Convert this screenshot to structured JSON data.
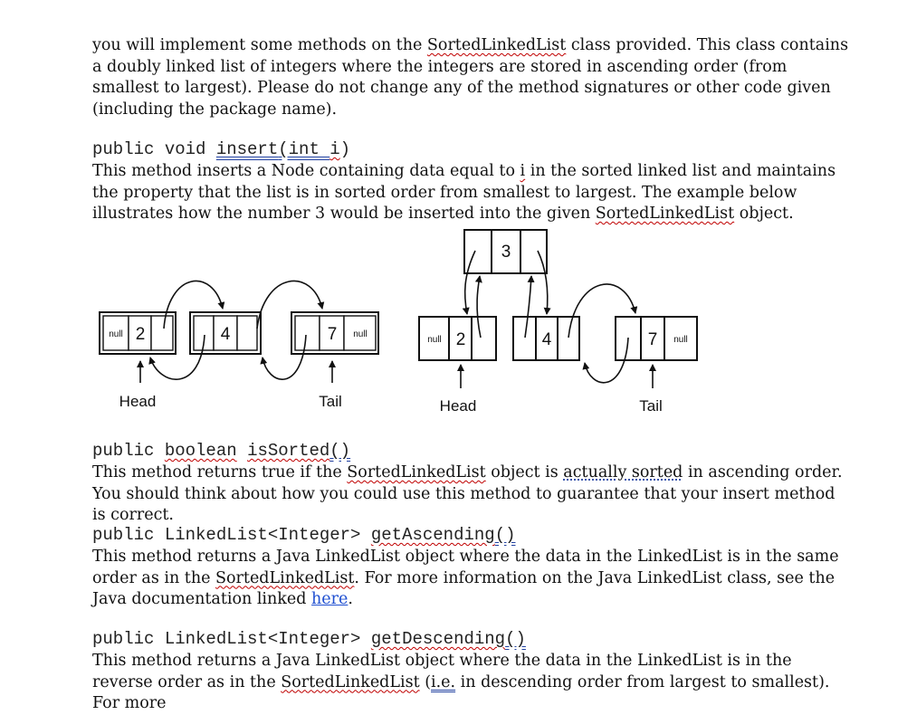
{
  "intro": {
    "p1": "you will implement some methods on the ",
    "class_name": "SortedLinkedList",
    "p2": " class provided. This class contains a doubly linked list of integers where the integers are stored in ascending order (from smallest to largest). Please do not change any of the method signatures or other code given (including the package name)."
  },
  "insert_method": {
    "sig_prefix": "public void ",
    "sig_name": "insert",
    "sig_open": "(int ",
    "sig_param": "i",
    "sig_close": ")",
    "desc1": "This method inserts a Node containing data equal to ",
    "desc_param": "i",
    "desc2": " in the sorted linked list and maintains the property that the list is in sorted order from smallest to largest. The example below illustrates how the number 3 would be inserted into the given ",
    "desc_class": "SortedLinkedList",
    "desc3": " object."
  },
  "diagram": {
    "null_text": "null",
    "before": {
      "values": [
        "2",
        "4",
        "7"
      ],
      "head_label": "Head",
      "tail_label": "Tail"
    },
    "after": {
      "inserted": "3",
      "values": [
        "2",
        "4",
        "7"
      ],
      "head_label": "Head",
      "tail_label": "Tail"
    }
  },
  "is_sorted_method": {
    "sig_prefix": "public ",
    "sig_type": "boolean",
    "sig_space": " ",
    "sig_name": "isSorted",
    "sig_parens": "()",
    "desc1": "This method returns true if the ",
    "desc_class": "SortedLinkedList",
    "desc2": " object is ",
    "desc_phrase": "actually sorted",
    "desc3": " in ascending order. You should think about how you could use this method to guarantee that your insert method is correct."
  },
  "get_ascending_method": {
    "sig_prefix": "public LinkedList<Integer> ",
    "sig_name": "getAscending",
    "sig_parens": "()",
    "desc1": "This method returns a Java LinkedList object where the data in the LinkedList is in the same order as in the ",
    "desc_class": "SortedLinkedList",
    "desc2": ". For more information on the Java LinkedList class, see the Java documentation linked ",
    "link_text": "here",
    "desc3": "."
  },
  "get_descending_method": {
    "sig_prefix": "public LinkedList<Integer> ",
    "sig_name": "getDescending",
    "sig_parens": "()",
    "desc1": "This method returns a Java LinkedList object where the data in the LinkedList is in the reverse order as in the ",
    "desc_class": "SortedLinkedList",
    "desc2": " (",
    "desc_ie": "i.e.",
    "desc3": " in descending order from largest to smallest). For more"
  }
}
